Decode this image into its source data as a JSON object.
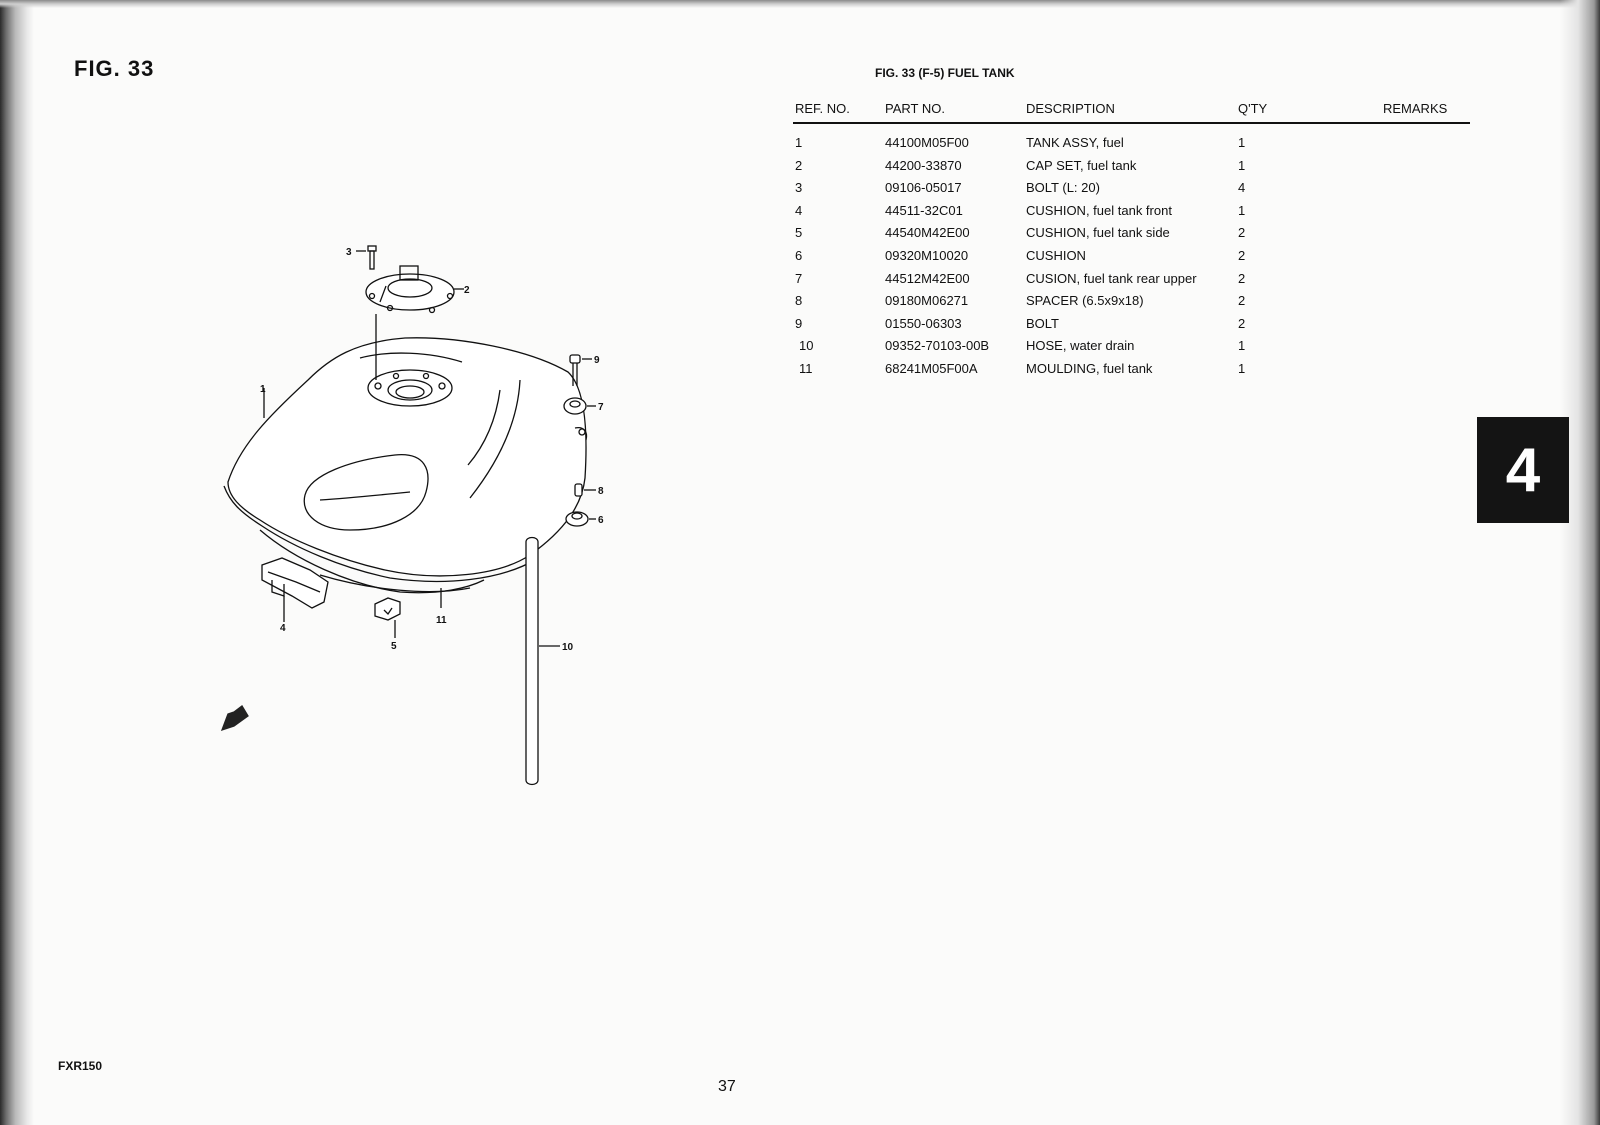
{
  "figure_label": "FIG. 33",
  "table": {
    "title": "FIG. 33 (F-5)  FUEL TANK",
    "headers": {
      "ref": "REF. NO.",
      "part": "PART NO.",
      "desc": "DESCRIPTION",
      "qty": "Q'TY",
      "remarks": "REMARKS"
    },
    "rows": [
      {
        "ref": "1",
        "part": "44100M05F00",
        "desc": "TANK ASSY, fuel",
        "qty": "1"
      },
      {
        "ref": "2",
        "part": "44200-33870",
        "desc": "CAP SET, fuel tank",
        "qty": "1"
      },
      {
        "ref": "3",
        "part": "09106-05017",
        "desc": "BOLT  (L: 20)",
        "qty": "4"
      },
      {
        "ref": "4",
        "part": "44511-32C01",
        "desc": "CUSHION, fuel tank front",
        "qty": "1"
      },
      {
        "ref": "5",
        "part": "44540M42E00",
        "desc": "CUSHION, fuel tank side",
        "qty": "2"
      },
      {
        "ref": "6",
        "part": "09320M10020",
        "desc": "CUSHION",
        "qty": "2"
      },
      {
        "ref": "7",
        "part": "44512M42E00",
        "desc": "CUSION, fuel tank rear upper",
        "qty": "2"
      },
      {
        "ref": "8",
        "part": "09180M06271",
        "desc": "SPACER  (6.5x9x18)",
        "qty": "2"
      },
      {
        "ref": "9",
        "part": "01550-06303",
        "desc": "BOLT",
        "qty": "2"
      },
      {
        "ref": "10",
        "part": "09352-70103-00B",
        "desc": "HOSE, water drain",
        "qty": "1"
      },
      {
        "ref": "11",
        "part": "68241M05F00A",
        "desc": "MOULDING, fuel tank",
        "qty": "1"
      }
    ]
  },
  "diagram": {
    "callouts": [
      "1",
      "2",
      "3",
      "4",
      "5",
      "6",
      "7",
      "8",
      "9",
      "10",
      "11"
    ]
  },
  "section_tab": "4",
  "model": "FXR150",
  "page_number": "37"
}
